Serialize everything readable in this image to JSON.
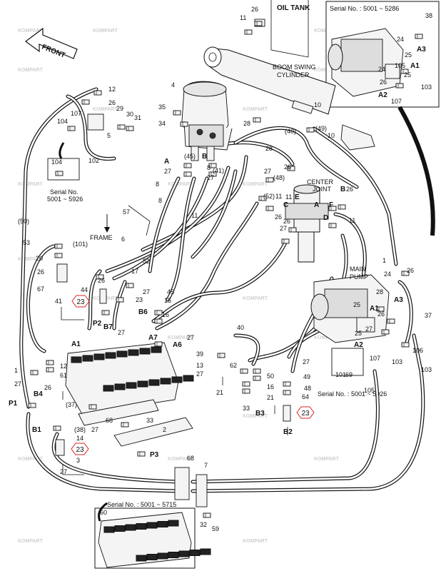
{
  "watermark": {
    "text": "KOMPART",
    "color": "#cccccc"
  },
  "labels": {
    "oil_tank": "OIL TANK",
    "boom_swing_cylinder": "BOOM SWING CYLINDER",
    "boom_swing_line1": "BOOM SWING",
    "boom_swing_line2": "CYLINDER",
    "center_joint_line1": "CENTER",
    "center_joint_line2": "JOINT",
    "main_pump_line1": "MAIN",
    "main_pump_line2": "PUMP",
    "frame": "FRAME",
    "front": "FRONT"
  },
  "serial_boxes": {
    "top_right": "Serial No. : 5001 ~ 5286",
    "left_line1": "Serial No.",
    "left_line2": "5001 ~ 5926",
    "right_mid": "Serial No. : 5001 ~ 5926",
    "bottom": "Serial No. : 5001 ~ 5715"
  },
  "highlighted_part": {
    "number": "23",
    "color": "#d22222"
  },
  "callouts": [
    {
      "t": "11"
    },
    {
      "t": "26"
    },
    {
      "t": "12"
    },
    {
      "t": "26"
    },
    {
      "t": "29"
    },
    {
      "t": "30"
    },
    {
      "t": "31"
    },
    {
      "t": "107"
    },
    {
      "t": "104"
    },
    {
      "t": "5"
    },
    {
      "t": "102"
    },
    {
      "t": "104"
    },
    {
      "t": "4"
    },
    {
      "t": "35"
    },
    {
      "t": "34"
    },
    {
      "t": "28"
    },
    {
      "t": "10"
    },
    {
      "t": "(40)"
    },
    {
      "t": "(49)"
    },
    {
      "t": "10"
    },
    {
      "t": "28"
    },
    {
      "t": "(45)"
    },
    {
      "t": "B"
    },
    {
      "t": "A"
    },
    {
      "t": "27"
    },
    {
      "t": "8"
    },
    {
      "t": "27"
    },
    {
      "t": "8"
    },
    {
      "t": "(41)"
    },
    {
      "t": "(48)"
    },
    {
      "t": "27"
    },
    {
      "t": "26"
    },
    {
      "t": "11"
    },
    {
      "t": "E"
    },
    {
      "t": "C"
    },
    {
      "t": "A"
    },
    {
      "t": "D"
    },
    {
      "t": "F"
    },
    {
      "t": "B"
    },
    {
      "t": "26"
    },
    {
      "t": "11"
    },
    {
      "t": "(52)"
    },
    {
      "t": "11"
    },
    {
      "t": "26"
    },
    {
      "t": "27"
    },
    {
      "t": "26"
    },
    {
      "t": "11"
    },
    {
      "t": "8"
    },
    {
      "t": "(50)"
    },
    {
      "t": "57"
    },
    {
      "t": "6"
    },
    {
      "t": "53"
    },
    {
      "t": "(101)"
    },
    {
      "t": "20"
    },
    {
      "t": "26"
    },
    {
      "t": "67"
    },
    {
      "t": "26"
    },
    {
      "t": "17"
    },
    {
      "t": "52"
    },
    {
      "t": "45"
    },
    {
      "t": "44"
    },
    {
      "t": "27"
    },
    {
      "t": "23"
    },
    {
      "t": "15"
    },
    {
      "t": "41"
    },
    {
      "t": "P2"
    },
    {
      "t": "B7"
    },
    {
      "t": "B6"
    },
    {
      "t": "27"
    },
    {
      "t": "A7"
    },
    {
      "t": "A6"
    },
    {
      "t": "16"
    },
    {
      "t": "27"
    },
    {
      "t": "40"
    },
    {
      "t": "39"
    },
    {
      "t": "13"
    },
    {
      "t": "27"
    },
    {
      "t": "21"
    },
    {
      "t": "A1"
    },
    {
      "t": "1"
    },
    {
      "t": "12"
    },
    {
      "t": "61"
    },
    {
      "t": "62"
    },
    {
      "t": "50"
    },
    {
      "t": "16"
    },
    {
      "t": "21"
    },
    {
      "t": "27"
    },
    {
      "t": "49"
    },
    {
      "t": "48"
    },
    {
      "t": "64"
    },
    {
      "t": "27"
    },
    {
      "t": "26"
    },
    {
      "t": "B4"
    },
    {
      "t": "P1"
    },
    {
      "t": "(37)"
    },
    {
      "t": "33"
    },
    {
      "t": "B3"
    },
    {
      "t": "B2"
    },
    {
      "t": "B1"
    },
    {
      "t": "(38)"
    },
    {
      "t": "14"
    },
    {
      "t": "27"
    },
    {
      "t": "68"
    },
    {
      "t": "33"
    },
    {
      "t": "2"
    },
    {
      "t": "3"
    },
    {
      "t": "27"
    },
    {
      "t": "P3"
    },
    {
      "t": "68"
    },
    {
      "t": "7"
    },
    {
      "t": "32"
    },
    {
      "t": "59"
    },
    {
      "t": "60"
    },
    {
      "t": "1"
    },
    {
      "t": "24"
    },
    {
      "t": "26"
    },
    {
      "t": "28"
    },
    {
      "t": "A3"
    },
    {
      "t": "25"
    },
    {
      "t": "A1"
    },
    {
      "t": "26"
    },
    {
      "t": "27"
    },
    {
      "t": "25"
    },
    {
      "t": "A2"
    },
    {
      "t": "107"
    },
    {
      "t": "103"
    },
    {
      "t": "106"
    },
    {
      "t": "105"
    },
    {
      "t": "101"
    },
    {
      "t": "69"
    },
    {
      "t": "103"
    },
    {
      "t": "37"
    },
    {
      "t": "38"
    },
    {
      "t": "24"
    },
    {
      "t": "A3"
    },
    {
      "t": "25"
    },
    {
      "t": "24"
    },
    {
      "t": "A1"
    },
    {
      "t": "25"
    },
    {
      "t": "26"
    },
    {
      "t": "A2"
    },
    {
      "t": "107"
    },
    {
      "t": "103"
    },
    {
      "t": "105"
    },
    {
      "t": "26"
    }
  ]
}
